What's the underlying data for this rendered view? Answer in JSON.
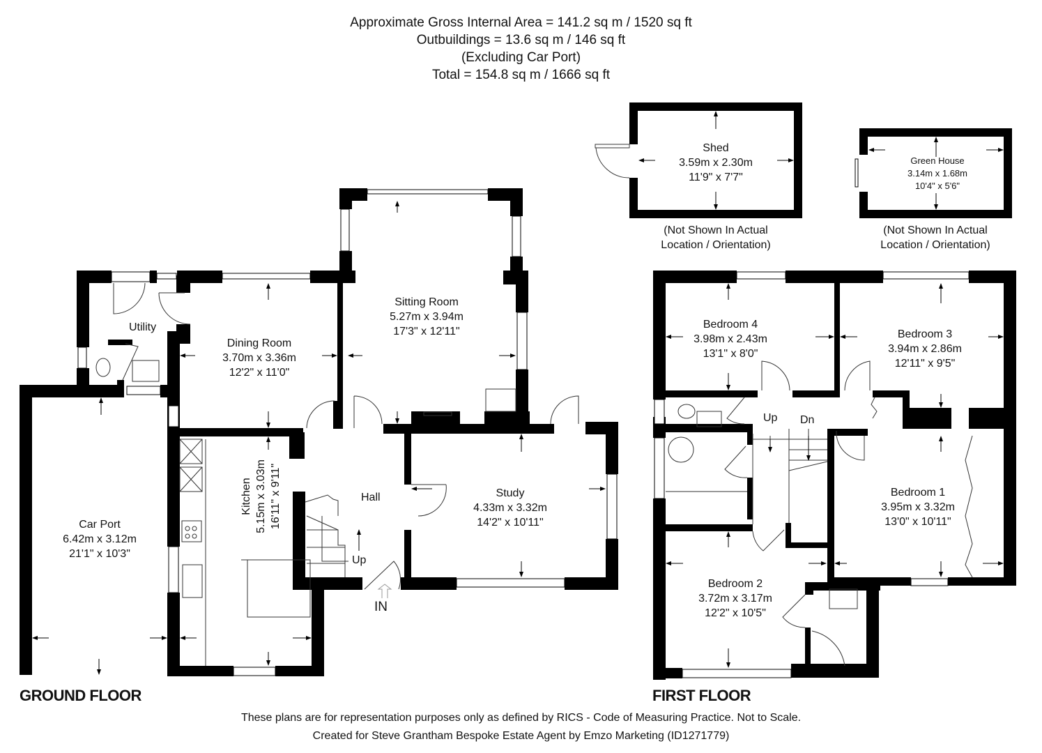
{
  "header": {
    "line1": "Approximate Gross Internal Area = 141.2 sq m / 1520 sq ft",
    "line2": "Outbuildings = 13.6 sq m / 146 sq ft",
    "line3": "(Excluding Car Port)",
    "line4": "Total = 154.8 sq m / 1666 sq ft"
  },
  "ground_floor": {
    "title": "GROUND FLOOR",
    "rooms": {
      "utility": {
        "name": "Utility"
      },
      "dining": {
        "name": "Dining Room",
        "metric": "3.70m x 3.36m",
        "imperial": "12'2\" x 11'0\""
      },
      "sitting": {
        "name": "Sitting Room",
        "metric": "5.27m x 3.94m",
        "imperial": "17'3\" x 12'11\""
      },
      "kitchen": {
        "name": "Kitchen",
        "metric": "5.15m x 3.03m",
        "imperial": "16'11\" x 9'11\""
      },
      "hall": {
        "name": "Hall"
      },
      "study": {
        "name": "Study",
        "metric": "4.33m x 3.32m",
        "imperial": "14'2\" x 10'11\""
      },
      "carport": {
        "name": "Car Port",
        "metric": "6.42m x 3.12m",
        "imperial": "21'1\" x 10'3\""
      }
    },
    "stairs_label": "Up",
    "entrance_label": "IN"
  },
  "outbuildings": {
    "shed": {
      "name": "Shed",
      "metric": "3.59m x 2.30m",
      "imperial": "11'9\" x 7'7\"",
      "note1": "(Not Shown In Actual",
      "note2": "Location / Orientation)"
    },
    "greenhouse": {
      "name": "Green House",
      "metric": "3.14m x 1.68m",
      "imperial": "10'4\" x 5'6\"",
      "note1": "(Not Shown In Actual",
      "note2": "Location / Orientation)"
    }
  },
  "first_floor": {
    "title": "FIRST FLOOR",
    "rooms": {
      "bedroom4": {
        "name": "Bedroom 4",
        "metric": "3.98m x 2.43m",
        "imperial": "13'1\" x 8'0\""
      },
      "bedroom3": {
        "name": "Bedroom 3",
        "metric": "3.94m x 2.86m",
        "imperial": "12'11\" x 9'5\""
      },
      "bedroom1": {
        "name": "Bedroom 1",
        "metric": "3.95m x 3.32m",
        "imperial": "13'0\" x 10'11\""
      },
      "bedroom2": {
        "name": "Bedroom 2",
        "metric": "3.72m x 3.17m",
        "imperial": "12'2\" x 10'5\""
      }
    },
    "stairs_up": "Up",
    "stairs_down": "Dn"
  },
  "footer": {
    "disclaimer": "These plans are for representation purposes only as defined by RICS - Code of Measuring Practice. Not to Scale.",
    "credit": "Created for Steve Grantham Bespoke Estate Agent by Emzo Marketing (ID1271779)"
  },
  "colors": {
    "wall": "#000000",
    "background": "#ffffff",
    "line": "#333333"
  }
}
